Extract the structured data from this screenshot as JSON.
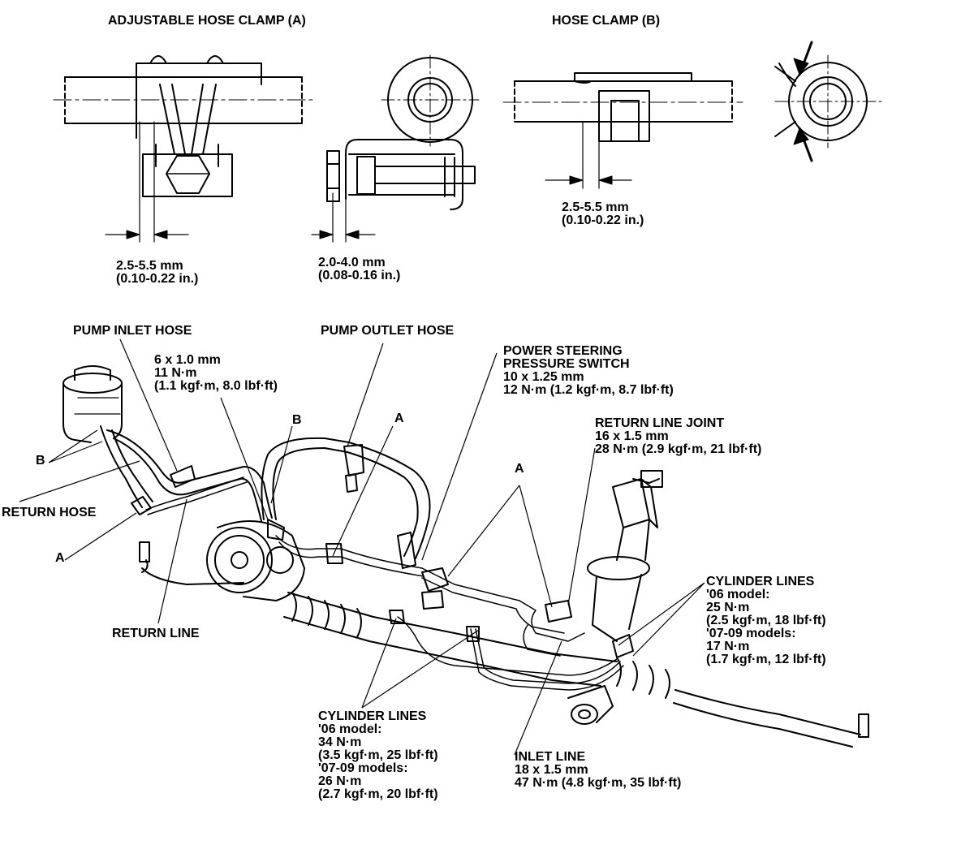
{
  "clamps": {
    "adjustable_title": "ADJUSTABLE HOSE CLAMP (A)",
    "clamp_b_title": "HOSE CLAMP (B)",
    "dim_a1": [
      "2.5-5.5 mm",
      "(0.10-0.22 in.)"
    ],
    "dim_a2": [
      "2.0-4.0 mm",
      "(0.08-0.16 in.)"
    ],
    "dim_b": [
      "2.5-5.5 mm",
      "(0.10-0.22 in.)"
    ]
  },
  "assembly": {
    "pump_inlet_hose": "PUMP INLET HOSE",
    "pump_inlet_bolt": [
      "6 x 1.0 mm",
      "11 N·m",
      "(1.1 kgf·m, 8.0 lbf·ft)"
    ],
    "pump_outlet_hose": "PUMP OUTLET HOSE",
    "pressure_switch": [
      "POWER STEERING",
      "PRESSURE SWITCH",
      "10 x 1.25 mm",
      "12 N·m (1.2 kgf·m, 8.7 lbf·ft)"
    ],
    "return_line_joint": [
      "RETURN LINE JOINT",
      "16 x 1.5 mm",
      "28 N·m (2.9 kgf·m, 21 lbf·ft)"
    ],
    "return_hose": "RETURN HOSE",
    "return_line": "RETURN LINE",
    "cylinder_lines_right": [
      "CYLINDER LINES",
      "'06 model:",
      "25 N·m",
      "(2.5 kgf·m, 18 lbf·ft)",
      "'07-09 models:",
      "17 N·m",
      "(1.7 kgf·m, 12 lbf·ft)"
    ],
    "cylinder_lines_bottom": [
      "CYLINDER LINES",
      "'06 model:",
      "34 N·m",
      "(3.5 kgf·m, 25 lbf·ft)",
      "'07-09 models:",
      "26 N·m",
      "(2.7 kgf·m, 20 lbf·ft)"
    ],
    "inlet_line": [
      "INLET LINE",
      "18 x 1.5 mm",
      "47 N·m (4.8 kgf·m, 35 lbf·ft)"
    ],
    "callout_a": "A",
    "callout_b": "B"
  }
}
